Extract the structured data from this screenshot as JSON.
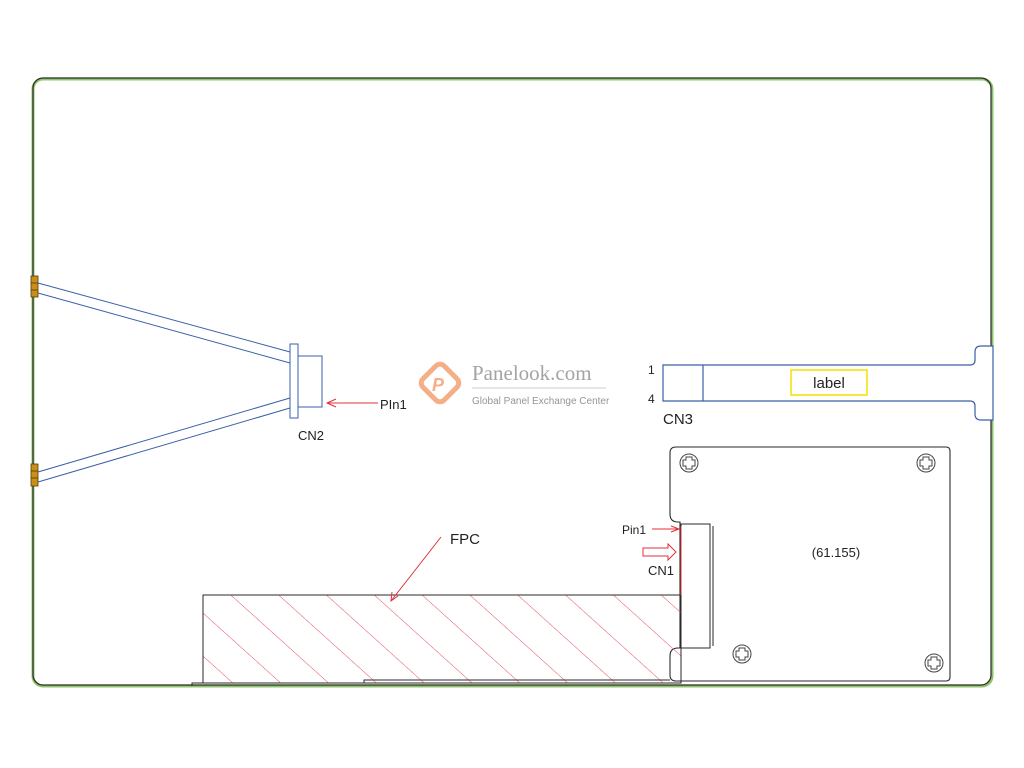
{
  "drawing": {
    "title": "LCD module rear view outline",
    "colors": {
      "outline": "#2a2a2a",
      "bezel_green": "#8fc46a",
      "cable_blue": "#3b5fa8",
      "callout_red": "#e0303a",
      "hatch_red": "#e8505a",
      "label_yellow": "#f2e200",
      "connector_gold": "#c8901a",
      "watermark_orange": "#f5a77a"
    }
  },
  "labels": {
    "cn2": "CN2",
    "cn2_pin": "PIn1",
    "cn3": "CN3",
    "cn3_pin_top": "1",
    "cn3_pin_bottom": "4",
    "cn3_label_box": "label",
    "cn1": "CN1",
    "cn1_pin": "Pin1",
    "fpc": "FPC",
    "pcb_part_number": "(61.155)"
  },
  "watermark": {
    "brand": "Panelook.com",
    "tagline": "Global Panel Exchange Center",
    "logo_letter": "P"
  },
  "components": [
    {
      "id": "CN2",
      "type": "connector",
      "pin1_marked": true
    },
    {
      "id": "CN3",
      "type": "connector",
      "pins": [
        1,
        4
      ]
    },
    {
      "id": "CN1",
      "type": "connector",
      "pin1_marked": true
    },
    {
      "id": "FPC",
      "type": "flexible-printed-circuit",
      "hatched": true
    },
    {
      "id": "PCB",
      "type": "board",
      "screws": 4
    }
  ]
}
